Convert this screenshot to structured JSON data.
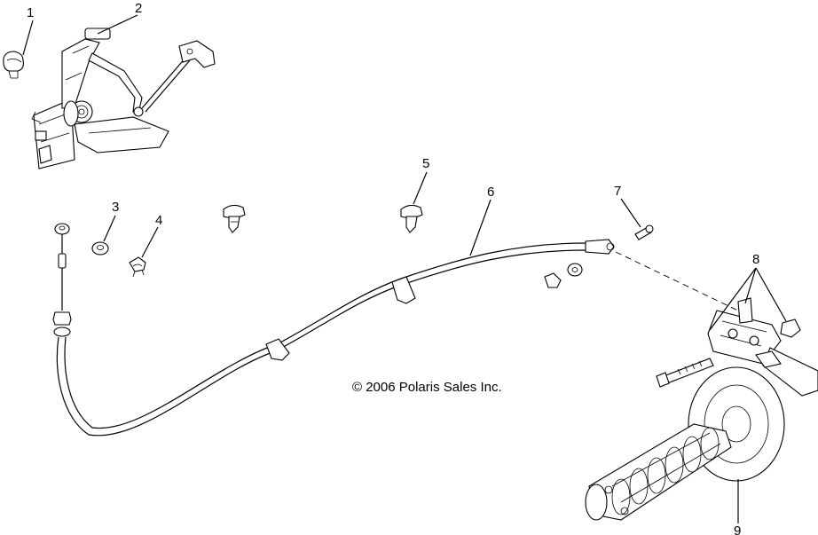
{
  "diagram": {
    "callouts": [
      {
        "id": "1",
        "label": "1"
      },
      {
        "id": "2",
        "label": "2"
      },
      {
        "id": "3",
        "label": "3"
      },
      {
        "id": "4",
        "label": "4"
      },
      {
        "id": "5",
        "label": "5"
      },
      {
        "id": "6",
        "label": "6"
      },
      {
        "id": "7",
        "label": "7"
      },
      {
        "id": "8",
        "label": "8"
      },
      {
        "id": "9",
        "label": "9"
      }
    ],
    "copyright": "© 2006 Polaris Sales Inc."
  }
}
